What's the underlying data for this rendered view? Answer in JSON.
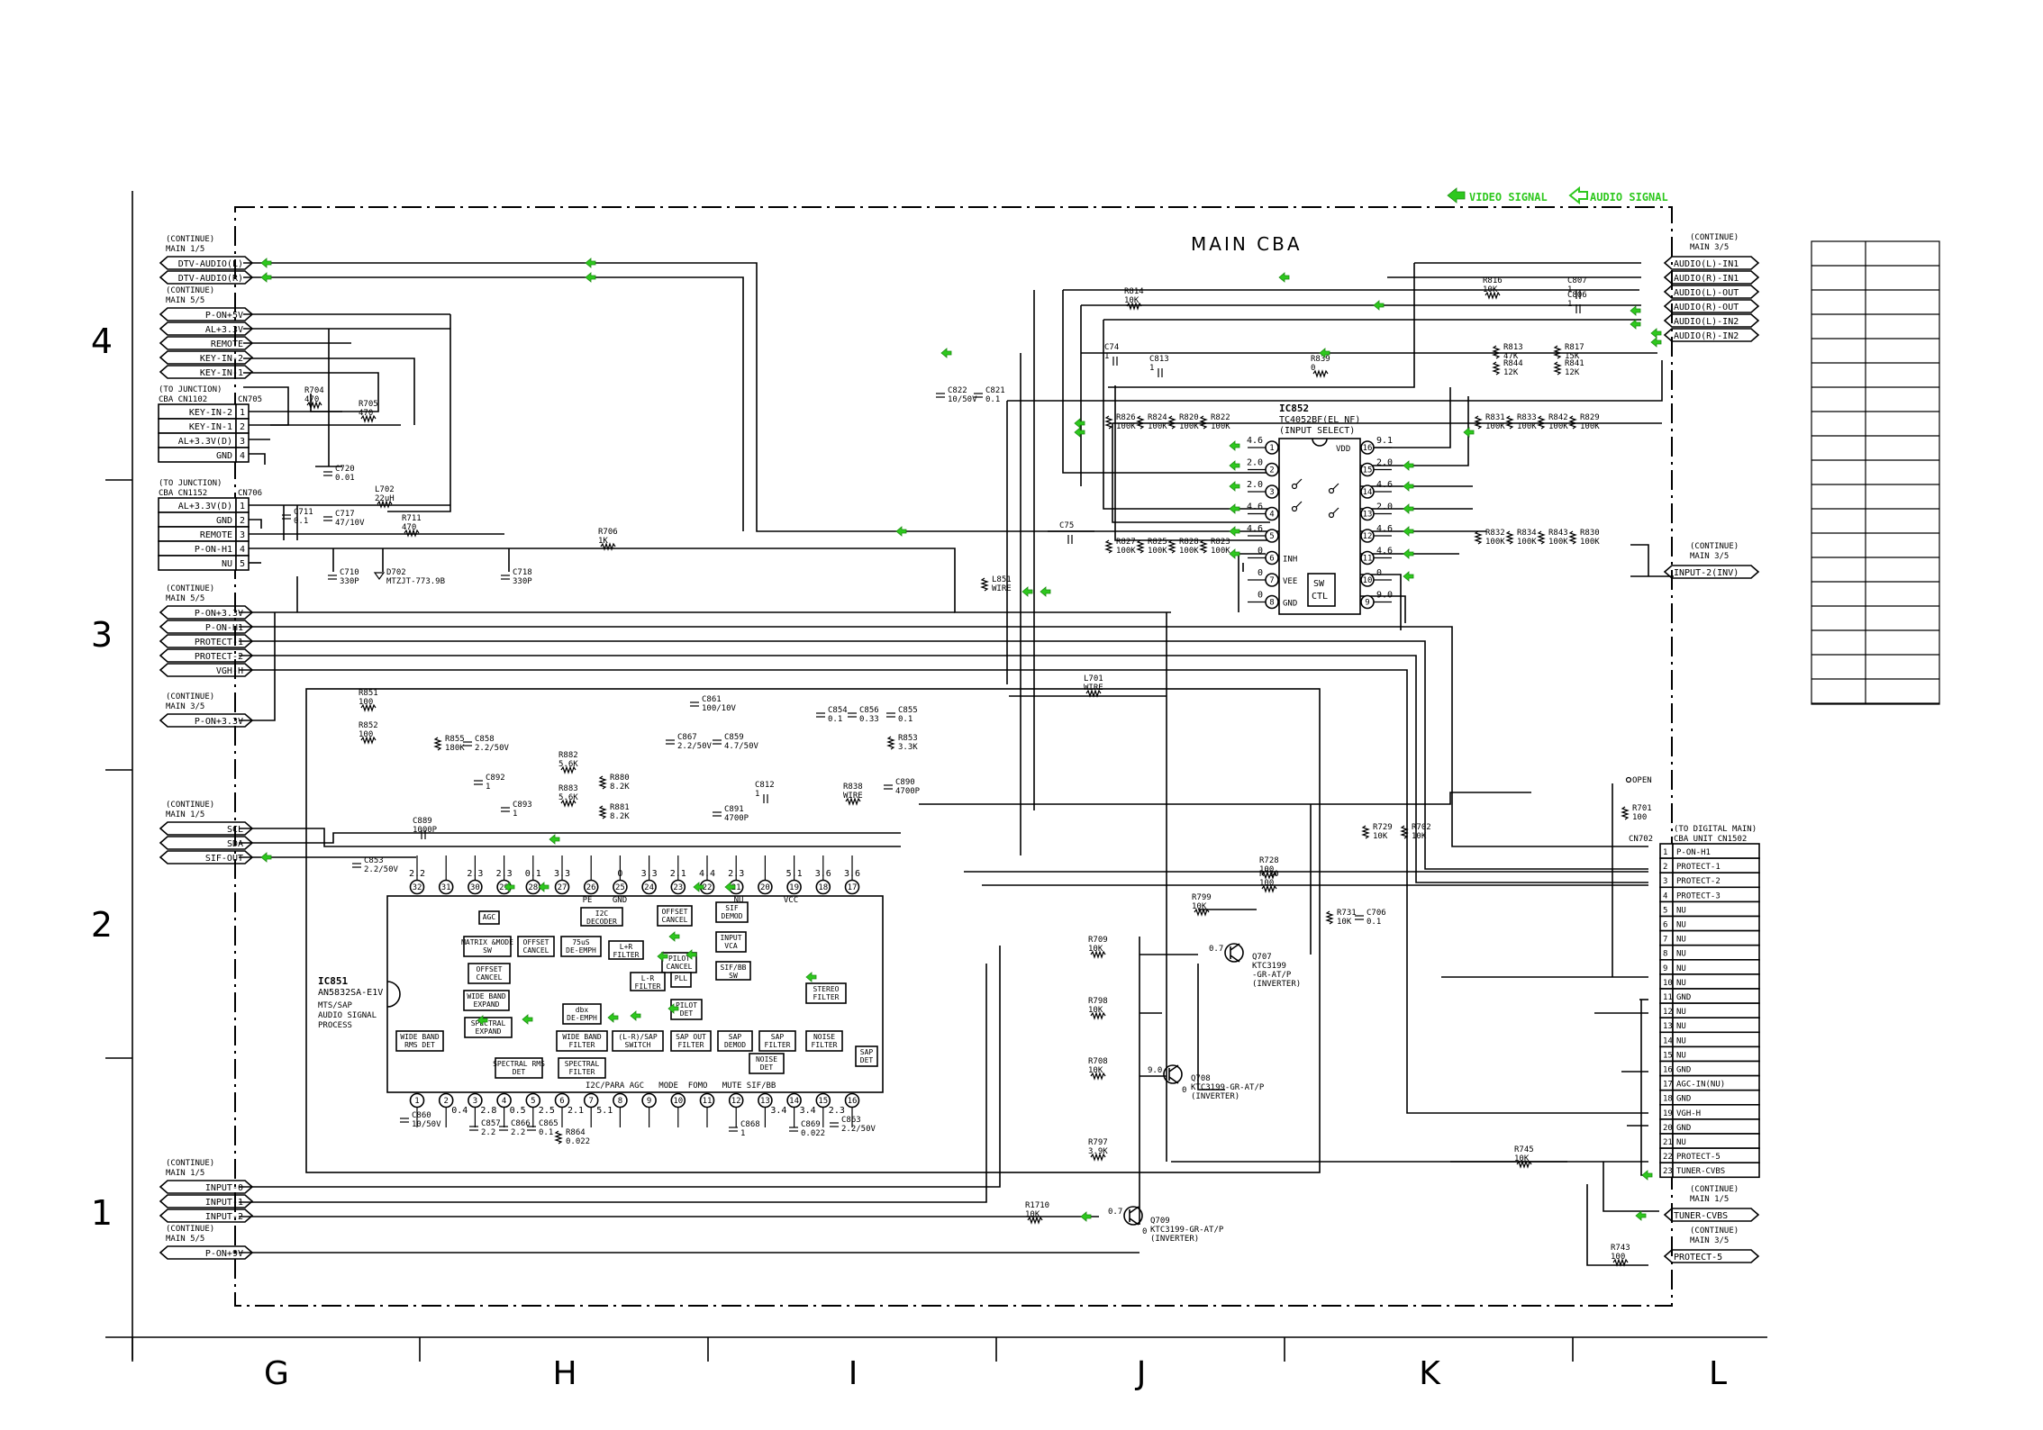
{
  "board": {
    "title": "MAIN CBA"
  },
  "legend": {
    "video": "VIDEO SIGNAL",
    "audio": "AUDIO SIGNAL"
  },
  "rows": [
    "4",
    "3",
    "2",
    "1"
  ],
  "columns": [
    "G",
    "H",
    "I",
    "J",
    "K",
    "L"
  ],
  "left_connectors": {
    "g1": {
      "cont": "(CONTINUE)",
      "ref": "MAIN 1/5",
      "pins": [
        "DTV-AUDIO(L)",
        "DTV-AUDIO(R)"
      ]
    },
    "g2": {
      "cont": "(CONTINUE)",
      "ref": "MAIN 5/5",
      "pins": [
        "P-ON+5V",
        "AL+3.3V",
        "REMOTE",
        "KEY-IN-2",
        "KEY-IN-1"
      ]
    },
    "cn705": {
      "cont": "(TO JUNCTION)",
      "ref": "CBA CN1102",
      "name": "CN705",
      "pins": [
        "KEY-IN-2",
        "KEY-IN-1",
        "AL+3.3V(D)",
        "GND"
      ],
      "nums": [
        "1",
        "2",
        "3",
        "4"
      ]
    },
    "cn706": {
      "cont": "(TO JUNCTION)",
      "ref": "CBA CN1152",
      "name": "CN706",
      "pins": [
        "AL+3.3V(D)",
        "GND",
        "REMOTE",
        "P-ON-H1",
        "NU"
      ],
      "nums": [
        "1",
        "2",
        "3",
        "4",
        "5"
      ]
    },
    "g3": {
      "cont": "(CONTINUE)",
      "ref": "MAIN 5/5",
      "pins": [
        "P-ON+3.3V",
        "P-ON-H1",
        "PROTECT-1",
        "PROTECT-2",
        "VGH-H"
      ]
    },
    "g4": {
      "cont": "(CONTINUE)",
      "ref": "MAIN 3/5",
      "pins": [
        "P-ON+3.3V"
      ]
    },
    "g5": {
      "cont": "(CONTINUE)",
      "ref": "MAIN 1/5",
      "pins": [
        "SCL",
        "SDA",
        "SIF-OUT"
      ]
    },
    "g6": {
      "cont": "(CONTINUE)",
      "ref": "MAIN 1/5",
      "pins": [
        "INPUT-0",
        "INPUT-1",
        "INPUT-2"
      ]
    },
    "g7": {
      "cont": "(CONTINUE)",
      "ref": "MAIN 5/5",
      "pins": [
        "P-ON+9V"
      ]
    }
  },
  "right_connectors": {
    "r1": {
      "cont": "(CONTINUE)",
      "ref": "MAIN 3/5",
      "pins": [
        "AUDIO(L)-IN1",
        "AUDIO(R)-IN1",
        "AUDIO(L)-OUT",
        "AUDIO(R)-OUT",
        "AUDIO(L)-IN2",
        "AUDIO(R)-IN2"
      ]
    },
    "r2": {
      "cont": "(CONTINUE)",
      "ref": "MAIN 3/5",
      "pins": [
        "INPUT-2(INV)"
      ]
    },
    "cn702": {
      "cont": "(TO DIGITAL MAIN)",
      "ref": "CBA UNIT CN1502",
      "name": "CN702",
      "pins": [
        "P-ON-H1",
        "PROTECT-1",
        "PROTECT-2",
        "PROTECT-3",
        "NU",
        "NU",
        "NU",
        "NU",
        "NU",
        "NU",
        "GND",
        "NU",
        "NU",
        "NU",
        "NU",
        "GND",
        "AGC-IN(NU)",
        "GND",
        "VGH-H",
        "GND",
        "NU",
        "PROTECT-5",
        "TUNER-CVBS"
      ],
      "nums": [
        "1",
        "2",
        "3",
        "4",
        "5",
        "6",
        "7",
        "8",
        "9",
        "10",
        "11",
        "12",
        "13",
        "14",
        "15",
        "16",
        "17",
        "18",
        "19",
        "20",
        "21",
        "22",
        "23"
      ]
    },
    "r3": {
      "cont": "(CONTINUE)",
      "ref": "MAIN 1/5",
      "pins": [
        "TUNER-CVBS"
      ]
    },
    "r4": {
      "cont": "(CONTINUE)",
      "ref": "MAIN 3/5",
      "pins": [
        "PROTECT-5"
      ]
    }
  },
  "ic852": {
    "ref": "IC852",
    "part": "TC4052BF(EL NF)",
    "func": "(INPUT SELECT)",
    "left_pins": [
      "1",
      "2",
      "3",
      "4",
      "5",
      "6",
      "7",
      "8"
    ],
    "left_volts": [
      "4.6",
      "2.0",
      "2.0",
      "4.6",
      "4.6",
      "0",
      "0",
      "0"
    ],
    "left_names": [
      "",
      "",
      "",
      "",
      "",
      "INH",
      "VEE",
      "GND"
    ],
    "right_pins": [
      "16",
      "15",
      "14",
      "13",
      "12",
      "11",
      "10",
      "9"
    ],
    "right_volts": [
      "9.1",
      "2.0",
      "4.6",
      "2.0",
      "4.6",
      "4.6",
      "0",
      "9.0"
    ],
    "right_names": [
      "VDD",
      "",
      "",
      "",
      "",
      "",
      "",
      ""
    ],
    "sw": "SW",
    "ctl": "CTL"
  },
  "ic851": {
    "ref": "IC851",
    "part": "AN5832SA-E1V",
    "func1": "MTS/SAP",
    "func2": "AUDIO SIGNAL",
    "func3": "PROCESS",
    "top_pins": [
      "32",
      "31",
      "30",
      "29",
      "28",
      "27",
      "26",
      "25",
      "24",
      "23",
      "22",
      "21",
      "20",
      "19",
      "18",
      "17"
    ],
    "top_volts": [
      "2.2",
      "",
      "2.3",
      "2.3",
      "0.1",
      "3.3",
      "",
      "0",
      "3.3",
      "2.1",
      "4.4",
      "2.3",
      "",
      "5.1",
      "3.6",
      "3.6"
    ],
    "bottom_pins": [
      "1",
      "2",
      "3",
      "4",
      "5",
      "6",
      "7",
      "8",
      "9",
      "10",
      "11",
      "12",
      "13",
      "14",
      "15",
      "16"
    ],
    "bottom_volts": [
      "",
      "0.4",
      "2.8",
      "0.5",
      "2.5",
      "2.1",
      "5.1",
      "",
      "",
      "",
      "",
      "",
      "3.4",
      "3.4",
      "2.3",
      ""
    ],
    "top_labels": [
      "PE",
      "GND",
      "NU",
      "VCC"
    ],
    "bottom_labels": "I2C/PARA AGC   MODE  FOMO   MUTE SIF/BB",
    "blocks": [
      "AGC",
      "I2C DECODER",
      "OFFSET CANCEL",
      "SIF DEMOD",
      "MATRIX &MODE SW",
      "OFFSET CANCEL",
      "75uS DE-EMPH",
      "L+R FILTER",
      "PILOT CANCEL",
      "INPUT VCA",
      "OFFSET CANCEL",
      "L-R FILTER",
      "PLL",
      "SIF/BB SW",
      "STEREO FILTER",
      "WIDE BAND EXPAND",
      "dbx DE-EMPH",
      "PILOT DET",
      "SPECTRAL EXPAND",
      "WIDE BAND RMS DET",
      "WIDE BAND FILTER",
      "(L-R)/SAP SWITCH",
      "SAP OUT FILTER",
      "SAP DEMOD",
      "SAP FILTER",
      "NOISE FILTER",
      "SAP DET",
      "SPECTRAL RMS DET",
      "SPECTRAL FILTER",
      "NOISE DET"
    ]
  },
  "transistors": {
    "q707": {
      "ref": "Q707",
      "part": "KTC3199",
      "part2": "-GR-AT/P",
      "func": "(INVERTER)",
      "v": "0.7"
    },
    "q708": {
      "ref": "Q708",
      "part": "KTC3199-GR-AT/P",
      "func": "(INVERTER)",
      "v": "9.0",
      "v2": "0"
    },
    "q709": {
      "ref": "Q709",
      "part": "KTC3199-GR-AT/P",
      "func": "(INVERTER)",
      "v": "0.7",
      "v2": "0"
    }
  },
  "components": [
    {
      "id": "R704",
      "v": "470"
    },
    {
      "id": "R705",
      "v": "470"
    },
    {
      "id": "C720",
      "v": "0.01"
    },
    {
      "id": "L702",
      "v": "22uH"
    },
    {
      "id": "C711",
      "v": "0.1"
    },
    {
      "id": "C717",
      "v": "47/10V"
    },
    {
      "id": "R711",
      "v": "470"
    },
    {
      "id": "R706",
      "v": "1K"
    },
    {
      "id": "C710",
      "v": "330P"
    },
    {
      "id": "D702",
      "v": "MTZJT-773.9B"
    },
    {
      "id": "C718",
      "v": "330P"
    },
    {
      "id": "R851",
      "v": "100"
    },
    {
      "id": "R852",
      "v": "100"
    },
    {
      "id": "C861",
      "v": "100/10V"
    },
    {
      "id": "C854",
      "v": "0.1"
    },
    {
      "id": "C856",
      "v": "0.33"
    },
    {
      "id": "C855",
      "v": "0.1"
    },
    {
      "id": "R853",
      "v": "3.3K"
    },
    {
      "id": "R855",
      "v": "180K"
    },
    {
      "id": "C858",
      "v": "2.2/50V"
    },
    {
      "id": "C867",
      "v": "2.2/50V"
    },
    {
      "id": "C859",
      "v": "4.7/50V"
    },
    {
      "id": "R882",
      "v": "5.6K"
    },
    {
      "id": "R883",
      "v": "5.6K"
    },
    {
      "id": "R880",
      "v": "8.2K"
    },
    {
      "id": "R881",
      "v": "8.2K"
    },
    {
      "id": "C892",
      "v": "1"
    },
    {
      "id": "C893",
      "v": "1"
    },
    {
      "id": "C889",
      "v": "1000P"
    },
    {
      "id": "C853",
      "v": "2.2/50V"
    },
    {
      "id": "C812",
      "v": "1"
    },
    {
      "id": "C891",
      "v": "4700P"
    },
    {
      "id": "R838",
      "v": "WIRE"
    },
    {
      "id": "C890",
      "v": "4700P"
    },
    {
      "id": "C860",
      "v": "10/50V"
    },
    {
      "id": "C857",
      "v": "2.2"
    },
    {
      "id": "C866",
      "v": "2.2"
    },
    {
      "id": "C865",
      "v": "0.1"
    },
    {
      "id": "R864",
      "v": "0.022"
    },
    {
      "id": "C868",
      "v": "1"
    },
    {
      "id": "C869",
      "v": "0.022"
    },
    {
      "id": "C863",
      "v": "2.2/50V"
    },
    {
      "id": "R814",
      "v": "10K"
    },
    {
      "id": "C74",
      "v": "1"
    },
    {
      "id": "C813",
      "v": "1"
    },
    {
      "id": "R839",
      "v": "0"
    },
    {
      "id": "C822",
      "v": "10/50V"
    },
    {
      "id": "C821",
      "v": "0.1"
    },
    {
      "id": "R816",
      "v": "10K"
    },
    {
      "id": "C807",
      "v": "1"
    },
    {
      "id": "C806",
      "v": "1"
    },
    {
      "id": "R813",
      "v": "47K"
    },
    {
      "id": "R844",
      "v": "12K"
    },
    {
      "id": "R817",
      "v": "15K"
    },
    {
      "id": "R841",
      "v": "12K"
    },
    {
      "id": "R826",
      "v": "100K"
    },
    {
      "id": "R824",
      "v": "100K"
    },
    {
      "id": "R820",
      "v": "100K"
    },
    {
      "id": "R822",
      "v": "100K"
    },
    {
      "id": "R831",
      "v": "100K"
    },
    {
      "id": "R833",
      "v": "100K"
    },
    {
      "id": "R842",
      "v": "100K"
    },
    {
      "id": "R829",
      "v": "100K"
    },
    {
      "id": "R827",
      "v": "100K"
    },
    {
      "id": "R825",
      "v": "100K"
    },
    {
      "id": "R828",
      "v": "100K"
    },
    {
      "id": "R823",
      "v": "100K"
    },
    {
      "id": "R832",
      "v": "100K"
    },
    {
      "id": "R834",
      "v": "100K"
    },
    {
      "id": "R843",
      "v": "100K"
    },
    {
      "id": "R830",
      "v": "100K"
    },
    {
      "id": "C75",
      "v": ""
    },
    {
      "id": "L851",
      "v": "WIRE"
    },
    {
      "id": "L701",
      "v": "WIRE"
    },
    {
      "id": "R701",
      "v": "100"
    },
    {
      "id": "R729",
      "v": "10K"
    },
    {
      "id": "R702",
      "v": "10K"
    },
    {
      "id": "R728",
      "v": "100"
    },
    {
      "id": "R730",
      "v": "100"
    },
    {
      "id": "R731",
      "v": "10K"
    },
    {
      "id": "C706",
      "v": "0.1"
    },
    {
      "id": "R799",
      "v": "10K"
    },
    {
      "id": "R709",
      "v": "10K"
    },
    {
      "id": "R798",
      "v": "10K"
    },
    {
      "id": "R708",
      "v": "10K"
    },
    {
      "id": "R797",
      "v": "3.9K"
    },
    {
      "id": "R745",
      "v": "10K"
    },
    {
      "id": "R1710",
      "v": "10K"
    },
    {
      "id": "R743",
      "v": "100"
    }
  ],
  "open_label": "OPEN"
}
